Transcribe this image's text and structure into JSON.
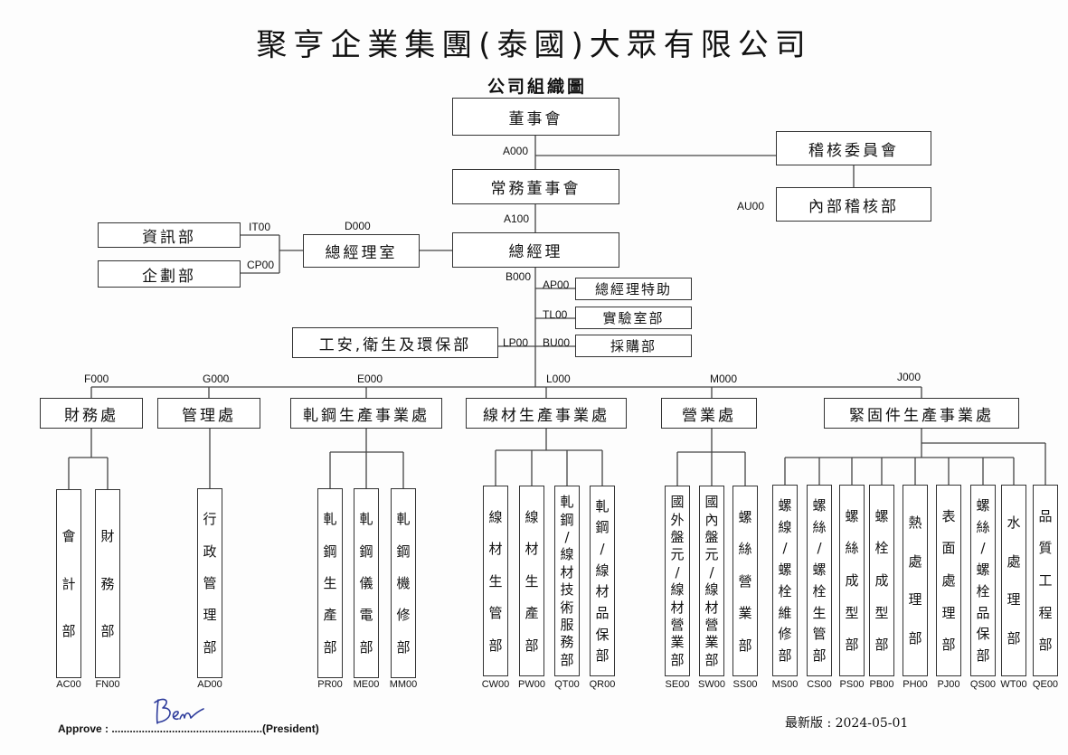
{
  "title": "聚亨企業集團(泰國)大眾有限公司",
  "subtitle": "公司組織圖",
  "board": {
    "name": "董事會",
    "code": "A000"
  },
  "audit_committee": {
    "name": "稽核委員會"
  },
  "executive_board": {
    "name": "常務董事會",
    "code": "A100"
  },
  "internal_audit": {
    "name": "內部稽核部",
    "code": "AU00"
  },
  "information_dept": {
    "name": "資訊部",
    "code": "IT00"
  },
  "planning_dept": {
    "name": "企劃部",
    "code": "CP00"
  },
  "gm_office": {
    "name": "總經理室",
    "code": "D000"
  },
  "general_manager": {
    "name": "總經理",
    "code": "B000"
  },
  "gm_assistant": {
    "name": "總經理特助",
    "code": "AP00"
  },
  "laboratory": {
    "name": "實驗室部",
    "code": "TL00"
  },
  "safety_env": {
    "name": "工安,衛生及環保部",
    "code": "LP00"
  },
  "purchasing": {
    "name": "採購部",
    "code": "BU00"
  },
  "divisions": [
    {
      "name": "財務處",
      "code": "F000",
      "departments": [
        {
          "name": "會計部",
          "code": "AC00"
        },
        {
          "name": "財務部",
          "code": "FN00"
        }
      ]
    },
    {
      "name": "管理處",
      "code": "G000",
      "departments": [
        {
          "name": "行政管理部",
          "code": "AD00"
        }
      ]
    },
    {
      "name": "軋鋼生產事業處",
      "code": "E000",
      "departments": [
        {
          "name": "軋鋼生產部",
          "code": "PR00"
        },
        {
          "name": "軋鋼儀電部",
          "code": "ME00"
        },
        {
          "name": "軋鋼機修部",
          "code": "MM00"
        }
      ]
    },
    {
      "name": "線材生產事業處",
      "code": "L000",
      "departments": [
        {
          "name": "線材生管部",
          "code": "CW00"
        },
        {
          "name": "線材生產部",
          "code": "PW00"
        },
        {
          "name": "軋鋼/線材技術服務部",
          "code": "QT00"
        },
        {
          "name": "軋鋼/線材品保部",
          "code": "QR00"
        }
      ]
    },
    {
      "name": "營業處",
      "code": "M000",
      "departments": [
        {
          "name": "國外盤元/線材營業部",
          "code": "SE00"
        },
        {
          "name": "國內盤元/線材營業部",
          "code": "SW00"
        },
        {
          "name": "螺絲營業部",
          "code": "SS00"
        }
      ]
    },
    {
      "name": "緊固件生產事業處",
      "code": "J000",
      "departments": [
        {
          "name": "螺線/螺栓維修部",
          "code": "MS00"
        },
        {
          "name": "螺絲/螺栓生管部",
          "code": "CS00"
        },
        {
          "name": "螺絲成型部",
          "code": "PS00"
        },
        {
          "name": "螺栓成型部",
          "code": "PB00"
        },
        {
          "name": "熱處理部",
          "code": "PH00"
        },
        {
          "name": "表面處理部",
          "code": "PJ00"
        },
        {
          "name": "螺絲/螺栓品保部",
          "code": "QS00"
        },
        {
          "name": "水處理部",
          "code": "WT00"
        },
        {
          "name": "品質工程部",
          "code": "QE00"
        }
      ]
    }
  ],
  "approval": {
    "label": "Approve : ..................................................(President)",
    "signature": "Ben",
    "signature_color": "#2f3d9c"
  },
  "version": "最新版 : 2024-05-01"
}
